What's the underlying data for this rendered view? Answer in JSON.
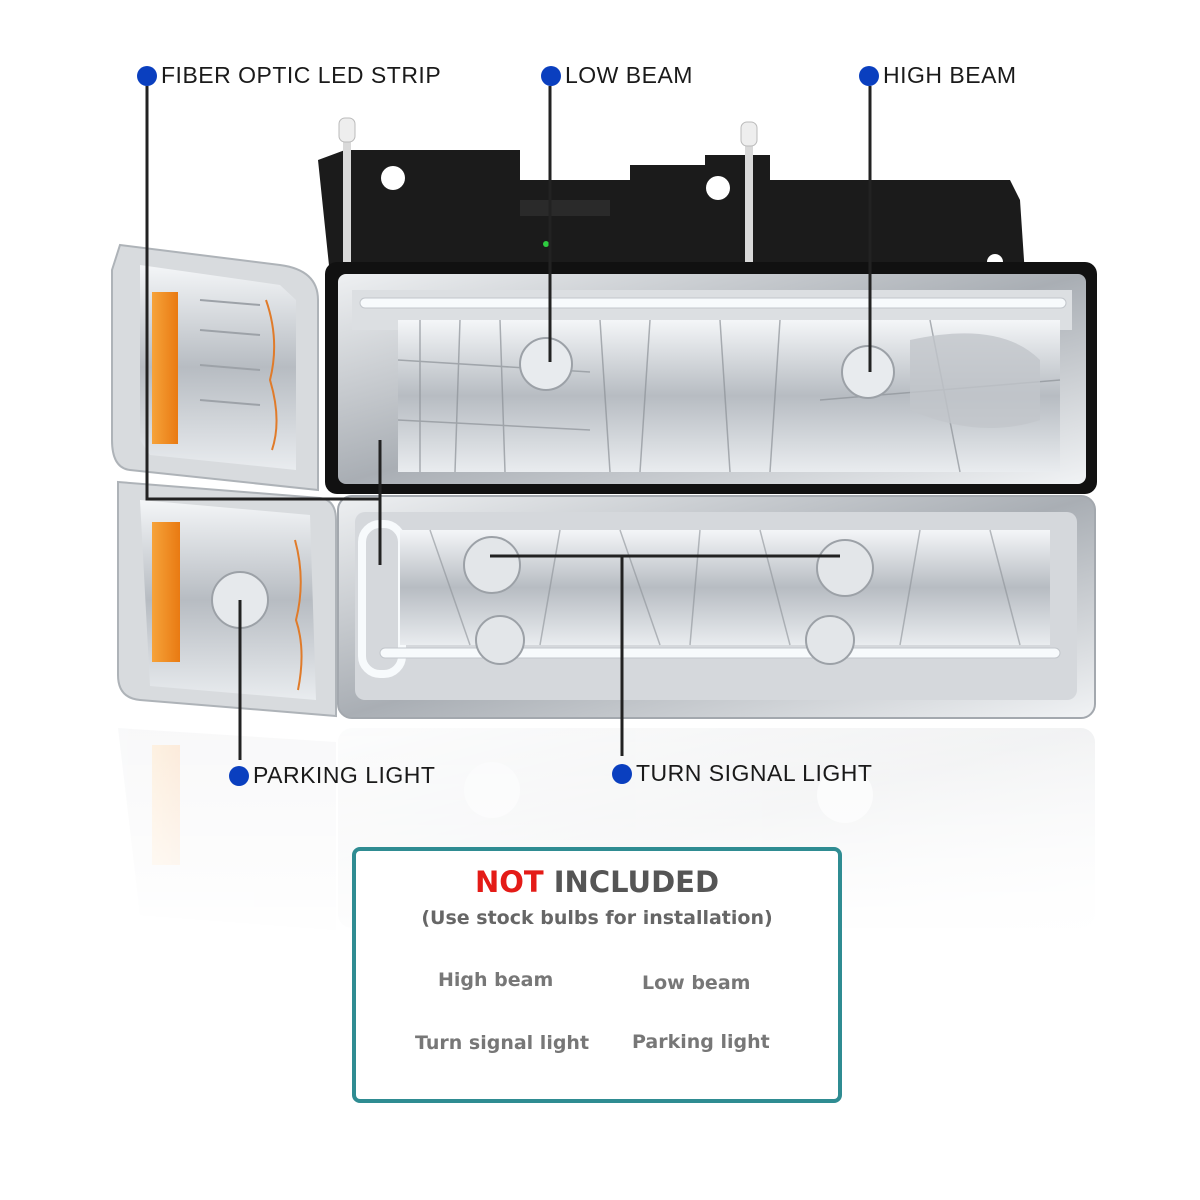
{
  "colors": {
    "dot": "#0a3fbf",
    "leader": "#222222",
    "box_border": "#2f8c92",
    "not_red": "#e41b17",
    "amber": "#f08a1c",
    "chrome": "#c9ccd0",
    "housing": "#1a1a1a"
  },
  "callouts": {
    "fiber_optic": "FIBER OPTIC LED STRIP",
    "low_beam": "LOW BEAM",
    "high_beam": "HIGH BEAM",
    "parking": "PARKING LIGHT",
    "turn_signal": "TURN SIGNAL LIGHT"
  },
  "not_included": {
    "title_red": "NOT",
    "title_rest": "INCLUDED",
    "subtitle": "(Use stock bulbs for installation)",
    "bulbs": {
      "high_beam": "High beam",
      "low_beam": "Low beam",
      "turn_signal": "Turn signal light",
      "parking": "Parking light"
    }
  }
}
